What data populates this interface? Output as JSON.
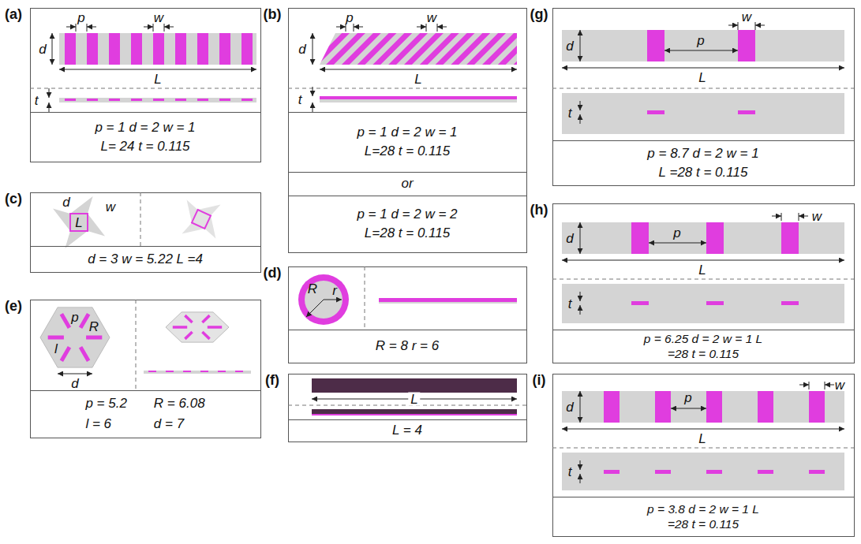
{
  "diagram": {
    "nodes": [
      {
        "text": [
          "p = 1 d = 2 w = 1 L= 24 t = 0.115"
        ]
      },
      {
        "text": [
          "p = 1 d = 2 w = 1 L=28 t = 0.115"
        ]
      },
      {
        "text": [
          "or"
        ]
      },
      {
        "text": [
          "p = 1 d = 2 w = 2 L=28 t = 0.115"
        ]
      },
      {
        "text": [
          "d = 3 w = 5.22 L =4"
        ]
      },
      {
        "text": [
          "R = 8 r = 6"
        ]
      },
      {
        "text": [
          "p = 5.2",
          "R = 6.08",
          "l = 6",
          "d = 7"
        ]
      },
      {
        "text": [
          "L = 4"
        ]
      },
      {
        "text": [
          "p = 8.7 d = 2 w = 1 L =28 t = 0.115"
        ]
      },
      {
        "text": [
          "p = 6.25 d = 2 w = 1 L =28 t = 0.115"
        ]
      },
      {
        "text": [
          "p = 3.8 d = 2 w = 1 L =28 t = 0.115"
        ]
      }
    ],
    "labels": [
      "(a)",
      "d",
      "p",
      "w",
      "L",
      "t",
      "(b)",
      "d",
      "p",
      "w",
      "L",
      "t",
      "(c)",
      "d",
      "w",
      "L",
      "(d)",
      "R",
      "r",
      "(e)",
      "p",
      "R",
      "l",
      "d",
      "(f)",
      "L",
      "(g)",
      "d",
      "p",
      "w",
      "L",
      "t",
      "(h)",
      "d",
      "p",
      "w",
      "L",
      "t",
      "(i)",
      "d",
      "p",
      "w",
      "L",
      "t"
    ]
  }
}
